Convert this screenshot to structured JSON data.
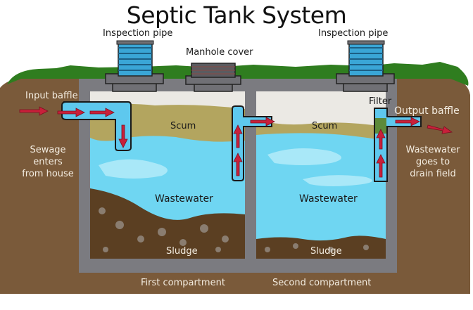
{
  "title": "Septic Tank System",
  "labels": {
    "inspection_pipe_left": "Inspection pipe",
    "inspection_pipe_right": "Inspection pipe",
    "manhole_cover": "Manhole cover",
    "input_baffle": "Input baffle",
    "sewage_enters": [
      "Sewage",
      "enters",
      "from house"
    ],
    "scum_first": "Scum",
    "scum_second": "Scum",
    "filter": "Filter",
    "output_baffle": "Output baffle",
    "wastewater_out": [
      "Wastewater",
      "goes to",
      "drain field"
    ],
    "wastewater_first": "Wastewater",
    "wastewater_second": "Wastewater",
    "sludge_first": "Sludge",
    "sludge_second": "Sludge",
    "first_compartment": "First compartment",
    "second_compartment": "Second compartment"
  },
  "colors": {
    "soil": "#7a5a3a",
    "grass": "#2f7d1f",
    "tank_wall": "#7b7b80",
    "air": "#ebe9e4",
    "scum": "#b3a55f",
    "water": "#6fd6f2",
    "water_light": "#a9e8f8",
    "sludge": "#5b3f22",
    "pipe": "#5ec8ee",
    "arrow": "#c8203a",
    "inspection_pipe": "#3aa6d6"
  }
}
